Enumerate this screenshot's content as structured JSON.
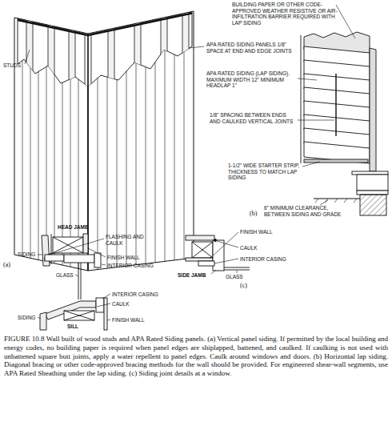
{
  "diagram": {
    "caption": "FIGURE 10.8 Wall built of wood studs and APA Rated Siding panels. (a) Vertical panel siding. If permitted by the local building and energy codes, no building paper is required when panel edges are shiplapped, battened, and caulked. If caulking is not used with unbattened square butt joints, apply a water repellent to panel edges. Caulk around windows and doors. (b) Horizontal lap siding. Diagonal bracing or other code-approved bracing methods for the wall should be provided. For engineered shear-wall segments, use APA Rated Sheathing under the lap siding. (c) Siding joint details at a window.",
    "labels": [
      "BUILDING PAPER OR OTHER CODE-APPROVED WEATHER RESISTIVE OR AIR-INFILTRATION BARRIER REQUIRED WITH LAP SIDING",
      "STUDS",
      "APA RATED SIDING PANELS 1/8\" SPACE AT END AND EDGE JOINTS",
      "APA RATED SIDING (LAP SIDING). MAXIMUM WIDTH 12\" MINIMUM HEADLAP 1\"",
      "1/8\" SPACING BETWEEN ENDS AND CAULKED VERTICAL JOINTS",
      "1-1/2\" WIDE STARTER STRIP, THICKNESS TO MATCH LAP SIDING",
      "6\" MINIMUM CLEARANCE, BETWEEN SIDING AND GRADE",
      "(a)",
      "(b)",
      "HEAD JAMB",
      "FLASHING AND CAULK",
      "SIDING",
      "FINISH WALL",
      "INTERIOR CASING",
      "GLASS",
      "FINISH WALL",
      "CAULK",
      "INTERIOR CASING",
      "SIDE JAMB",
      "GLASS",
      "(c)",
      "INTERIOR CASING",
      "CAULK",
      "SIDING",
      "FINISH WALL",
      "SILL"
    ]
  }
}
